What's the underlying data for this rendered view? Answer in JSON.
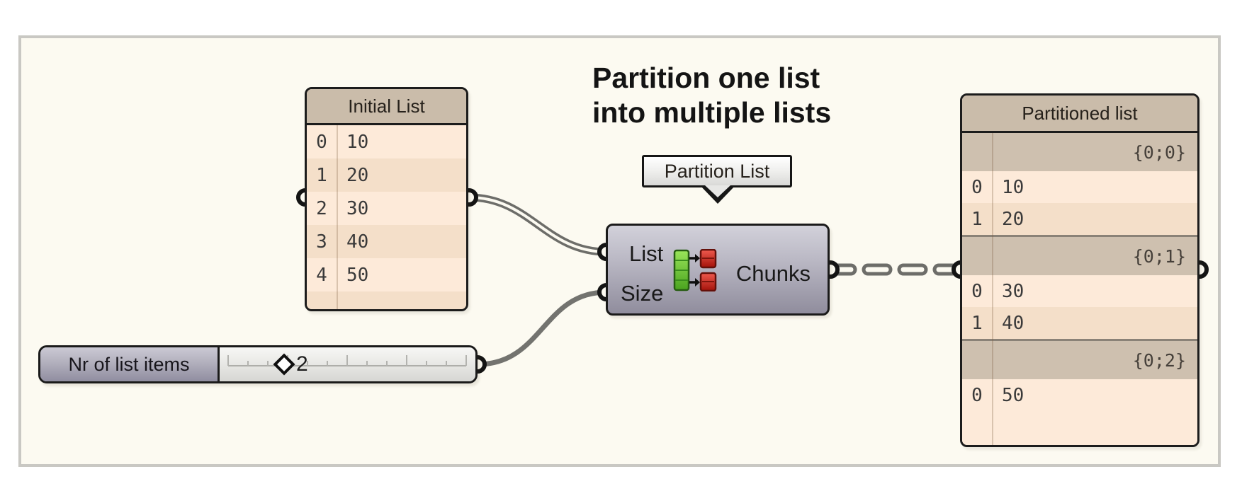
{
  "title": {
    "line1": "Partition one list",
    "line2": "into multiple lists"
  },
  "tooltip": {
    "label": "Partition List"
  },
  "initial_list": {
    "title": "Initial List",
    "rows": [
      {
        "index": "0",
        "value": "10"
      },
      {
        "index": "1",
        "value": "20"
      },
      {
        "index": "2",
        "value": "30"
      },
      {
        "index": "3",
        "value": "40"
      },
      {
        "index": "4",
        "value": "50"
      }
    ]
  },
  "component": {
    "input1": "List",
    "input2": "Size",
    "output": "Chunks",
    "icon": "partition-list-icon"
  },
  "slider": {
    "label": "Nr of list items",
    "value": "2",
    "handle_icon": "diamond-handle-icon"
  },
  "partitioned_list": {
    "title": "Partitioned list",
    "groups": [
      {
        "path": "{0;0}",
        "rows": [
          {
            "index": "0",
            "value": "10"
          },
          {
            "index": "1",
            "value": "20"
          }
        ]
      },
      {
        "path": "{0;1}",
        "rows": [
          {
            "index": "0",
            "value": "30"
          },
          {
            "index": "1",
            "value": "40"
          }
        ]
      },
      {
        "path": "{0;2}",
        "rows": [
          {
            "index": "0",
            "value": "50"
          }
        ]
      }
    ]
  },
  "colors": {
    "canvas_bg": "#fcfaf1",
    "frame_border": "#c9c8c3",
    "panel_header": "#cabcaa",
    "panel_group_band": "#cec0af",
    "panel_row_light": "#fdead9",
    "panel_row_dark": "#f4dfc9",
    "component_body": "#a8a5b3",
    "wire": "#6d6d69",
    "icon_green": "#5cc12d",
    "icon_red": "#c41d12"
  }
}
